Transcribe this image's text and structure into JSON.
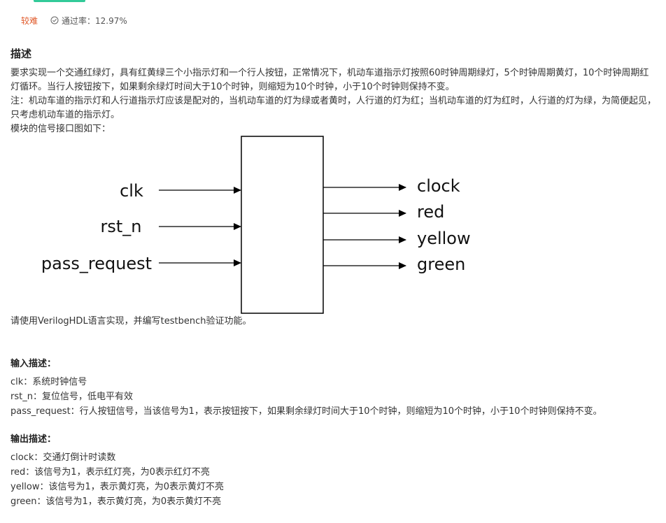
{
  "meta": {
    "difficulty": "较难",
    "pass_rate": "通过率：12.97%"
  },
  "description": {
    "title": "描述",
    "para1": "要求实现一个交通红绿灯，具有红黄绿三个小指示灯和一个行人按钮，正常情况下，机动车道指示灯按照60时钟周期绿灯，5个时钟周期黄灯，10个时钟周期红灯循环。当行人按钮按下，如果剩余绿灯时间大于10个时钟，则缩短为10个时钟，小于10个时钟则保持不变。",
    "para2": "注：机动车道的指示灯和人行道指示灯应该是配对的，当机动车道的灯为绿或者黄时，人行道的灯为红；当机动车道的灯为红时，人行道的灯为绿，为简便起见，只考虑机动车道的指示灯。",
    "para3": "模块的信号接口图如下：",
    "after_diagram": "请使用VerilogHDL语言实现，并编写testbench验证功能。"
  },
  "diagram": {
    "inputs": [
      "clk",
      "rst_n",
      "pass_request"
    ],
    "outputs": [
      "clock",
      "red",
      "yellow",
      "green"
    ]
  },
  "input_desc": {
    "title": "输入描述：",
    "items": [
      "clk：系统时钟信号",
      "rst_n：复位信号，低电平有效",
      "pass_request：行人按钮信号，当该信号为1，表示按钮按下，如果剩余绿灯时间大于10个时钟，则缩短为10个时钟，小于10个时钟则保持不变。"
    ]
  },
  "output_desc": {
    "title": "输出描述：",
    "items": [
      "clock：交通灯倒计时读数",
      "red：该信号为1，表示红灯亮，为0表示红灯不亮",
      "yellow：该信号为1，表示黄灯亮，为0表示黄灯不亮",
      "green：该信号为1，表示黄灯亮，为0表示黄灯不亮"
    ]
  },
  "colors": {
    "accent": "#32ca99",
    "difficulty": "#e05a2b"
  }
}
